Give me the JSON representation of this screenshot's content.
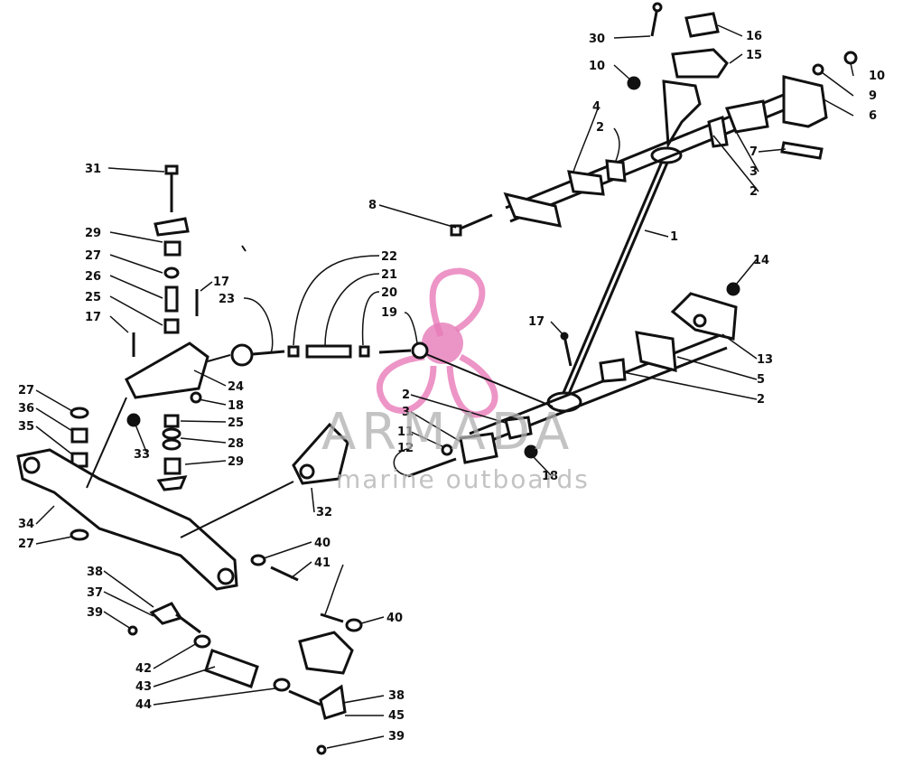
{
  "watermark": {
    "title": "ARMADA",
    "subtitle": "marine outboards",
    "accent_color": "#e0409a"
  },
  "diagram": {
    "callouts": [
      "1",
      "2",
      "3",
      "4",
      "5",
      "6",
      "7",
      "8",
      "9",
      "10",
      "11",
      "12",
      "13",
      "14",
      "15",
      "16",
      "17",
      "18",
      "19",
      "20",
      "21",
      "22",
      "23",
      "24",
      "25",
      "26",
      "27",
      "28",
      "29",
      "30",
      "31",
      "32",
      "33",
      "34",
      "35",
      "36",
      "37",
      "38",
      "39",
      "40",
      "41",
      "42",
      "43",
      "44",
      "45"
    ]
  }
}
